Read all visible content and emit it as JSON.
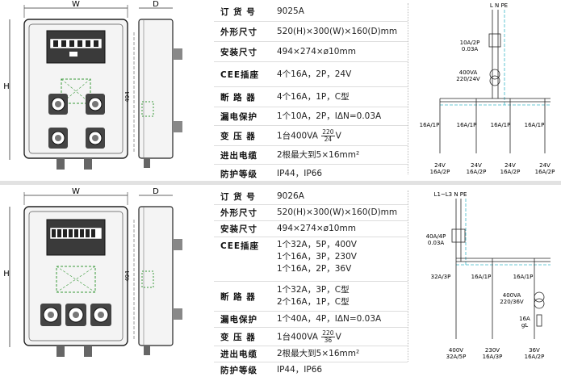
{
  "colors": {
    "wire": "#222222",
    "pe_wire": "#3bb8c9",
    "grid": "#e2e2e2",
    "panel_bg": "#555555"
  },
  "dims": {
    "w": "W",
    "d": "D",
    "h": "H",
    "depth": "494"
  },
  "products": [
    {
      "specs": [
        {
          "label": "订 货 号",
          "value": "9025A"
        },
        {
          "label": "外形尺寸",
          "value": "520(H)×300(W)×160(D)mm"
        },
        {
          "label": "安装尺寸",
          "value": "494×274×ø10mm"
        },
        {
          "label": "CEE插座",
          "value": "4个16A，2P，24V"
        },
        {
          "label": "断 路 器",
          "value": "4个16A，1P，C型"
        },
        {
          "label": "漏电保护",
          "value": "1个10A，2P，IΔN=0.03A"
        },
        {
          "label": "变 压 器",
          "value": "1台400VA ",
          "frac_num": "220",
          "frac_den": "24",
          "suffix": "V"
        },
        {
          "label": "进出电缆",
          "value": "2根最大到5×16mm²"
        },
        {
          "label": "防护等级",
          "value": "IP44，IP66"
        }
      ],
      "schematic": {
        "top": "L N PE",
        "rcd": "10A/2P",
        "rcd_sub": "0.03A",
        "transformer": "400VA",
        "transformer_sub": "220/24V",
        "breakers": [
          "16A/1P",
          "16A/1P",
          "16A/1P",
          "16A/1P"
        ],
        "outlets": [
          [
            "24V",
            "16A/2P"
          ],
          [
            "24V",
            "16A/2P"
          ],
          [
            "24V",
            "16A/2P"
          ],
          [
            "24V",
            "16A/2P"
          ]
        ]
      }
    },
    {
      "specs": [
        {
          "label": "订 货 号",
          "value": "9026A"
        },
        {
          "label": "外形尺寸",
          "value": "520(H)×300(W)×160(D)mm"
        },
        {
          "label": "安装尺寸",
          "value": "494×274×ø10mm"
        },
        {
          "label": "CEE插座",
          "value": "1个32A，5P，400V",
          "value2": "1个16A，3P，230V",
          "value3": "1个16A，2P，36V"
        },
        {
          "label": "断 路 器",
          "value": "1个32A，3P，C型",
          "value2": "2个16A，1P，C型"
        },
        {
          "label": "漏电保护",
          "value": "1个40A，4P，IΔN=0.03A"
        },
        {
          "label": "变 压 器",
          "value": "1台400VA ",
          "frac_num": "220",
          "frac_den": "36",
          "suffix": "V"
        },
        {
          "label": "进出电缆",
          "value": "2根最大到5×16mm²"
        },
        {
          "label": "防护等级",
          "value": "IP44，IP66"
        }
      ],
      "schematic": {
        "top": "L1~L3 N PE",
        "rcd": "40A/4P",
        "rcd_sub": "0.03A",
        "breakers": [
          "32A/3P",
          "16A/1P",
          "16A/1P"
        ],
        "transformer": "400VA",
        "transformer_sub": "220/36V",
        "fuse": "16A",
        "fuse_sub": "gL",
        "outlets": [
          [
            "400V",
            "32A/5P"
          ],
          [
            "230V",
            "16A/3P"
          ],
          [
            "36V",
            "16A/2P"
          ]
        ]
      }
    }
  ]
}
